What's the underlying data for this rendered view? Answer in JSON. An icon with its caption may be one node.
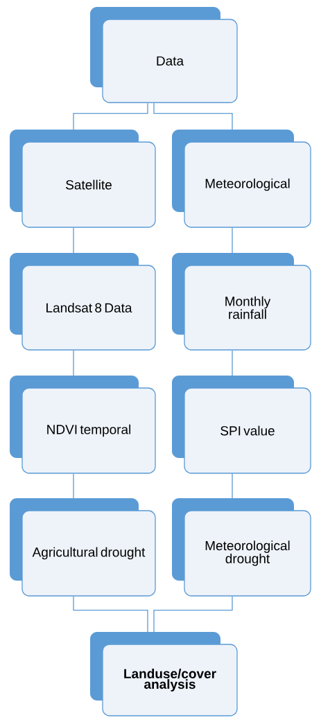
{
  "diagram": {
    "nodes": [
      {
        "text": [
          "Data"
        ]
      },
      {
        "text": [
          "Satellite"
        ]
      },
      {
        "text": [
          "Meteorological"
        ]
      },
      {
        "text": [
          "Landsat 8 Data"
        ]
      },
      {
        "text": [
          "Monthly rainfall"
        ]
      },
      {
        "text": [
          "NDVI temporal"
        ]
      },
      {
        "text": [
          "SPI value"
        ]
      },
      {
        "text": [
          "Agricultural drought"
        ]
      },
      {
        "text": [
          "Meteorological drought"
        ]
      },
      {
        "text": [
          "Landuse/cover analysis"
        ]
      }
    ],
    "edges": [
      {
        "from": 0,
        "to": 1,
        "arrow": "none"
      },
      {
        "from": 0,
        "to": 2,
        "arrow": "none"
      },
      {
        "from": 1,
        "to": 3,
        "arrow": "none"
      },
      {
        "from": 3,
        "to": 5,
        "arrow": "none"
      },
      {
        "from": 5,
        "to": 7,
        "arrow": "none"
      },
      {
        "from": 2,
        "to": 4,
        "arrow": "none"
      },
      {
        "from": 4,
        "to": 6,
        "arrow": "none"
      },
      {
        "from": 6,
        "to": 8,
        "arrow": "none"
      },
      {
        "from": 7,
        "to": 9,
        "arrow": "none"
      },
      {
        "from": 8,
        "to": 9,
        "arrow": "none"
      }
    ]
  }
}
